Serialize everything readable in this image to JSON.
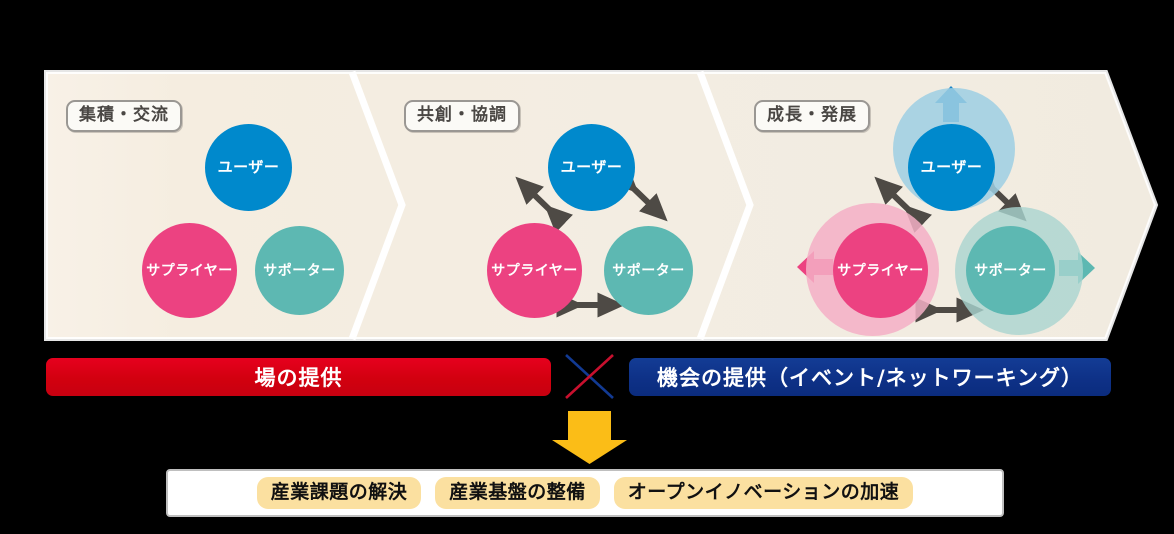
{
  "colors": {
    "band_bg": "#F3EDE1",
    "band_bg_left": "#F7EFE6",
    "user_blue": "#0089CC",
    "supplier_pink": "#EC4281",
    "supporter_teal": "#5DB8B2",
    "halo_blue": "#9ECFE3",
    "halo_pink": "#F4AFC5",
    "halo_teal": "#A9D4CF",
    "arrow_gray": "#4E4A45",
    "bar_red": "#D8000F",
    "bar_blue": "#123A93",
    "down_arrow": "#FBBD17",
    "pill_yellow": "#FBE0A0",
    "cross_red": "#C8102E",
    "cross_blue": "#123A93",
    "chip_border": "#9A9793",
    "chip_bg": "#FBFAF6"
  },
  "stages": [
    {
      "id": "stage-1",
      "label": "集積・交流",
      "nodes": [
        {
          "role": "user",
          "label": "ユーザー"
        },
        {
          "role": "supplier",
          "label": "サプライヤー"
        },
        {
          "role": "supporter",
          "label": "サポーター"
        }
      ],
      "has_exchange_arrows": false,
      "has_growth_halos": false
    },
    {
      "id": "stage-2",
      "label": "共創・協調",
      "nodes": [
        {
          "role": "user",
          "label": "ユーザー"
        },
        {
          "role": "supplier",
          "label": "サプライヤー"
        },
        {
          "role": "supporter",
          "label": "サポーター"
        }
      ],
      "has_exchange_arrows": true,
      "has_growth_halos": false
    },
    {
      "id": "stage-3",
      "label": "成長・発展",
      "nodes": [
        {
          "role": "user",
          "label": "ユーザー"
        },
        {
          "role": "supplier",
          "label": "サプライヤー"
        },
        {
          "role": "supporter",
          "label": "サポーター"
        }
      ],
      "has_exchange_arrows": true,
      "has_growth_halos": true,
      "growth_arrows": [
        {
          "role": "user",
          "direction": "up"
        },
        {
          "role": "supplier",
          "direction": "left"
        },
        {
          "role": "supporter",
          "direction": "right"
        }
      ]
    }
  ],
  "enablers": {
    "left_bar": "場の提供",
    "right_bar": "機会の提供（イベント/ネットワーキング）",
    "combiner_symbol": "×"
  },
  "outcomes": [
    "産業課題の解決",
    "産業基盤の整備",
    "オープンイノベーションの加速"
  ]
}
